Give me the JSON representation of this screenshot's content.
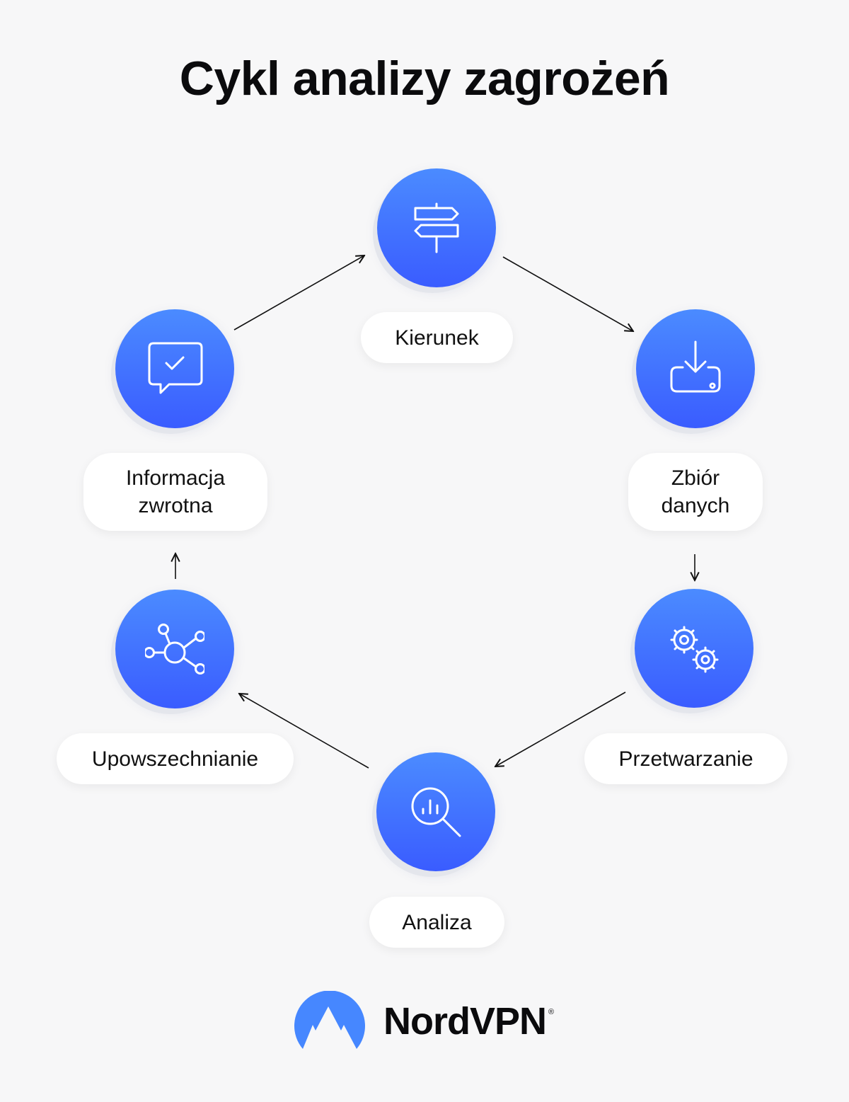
{
  "title": "Cykl analizy zagrożeń",
  "steps": [
    {
      "id": "kierunek",
      "label": "Kierunek",
      "icon": "signpost-icon"
    },
    {
      "id": "zbior",
      "label": "Zbiór\ndanych",
      "icon": "download-tray-icon"
    },
    {
      "id": "przetwarzanie",
      "label": "Przetwarzanie",
      "icon": "gears-icon"
    },
    {
      "id": "analiza",
      "label": "Analiza",
      "icon": "magnifier-chart-icon"
    },
    {
      "id": "upowszechnianie",
      "label": "Upowszechnianie",
      "icon": "network-hub-icon"
    },
    {
      "id": "informacja",
      "label": "Informacja\nzwrotna",
      "icon": "chat-check-icon"
    }
  ],
  "brand": {
    "name": "NordVPN",
    "registered": "®",
    "icon": "nordvpn-mountain-logo",
    "color": "#4687ff"
  },
  "colors": {
    "node_top": "#4b8bff",
    "node_bottom": "#3a5cff",
    "background": "#f7f7f8",
    "arrow": "#111111"
  }
}
